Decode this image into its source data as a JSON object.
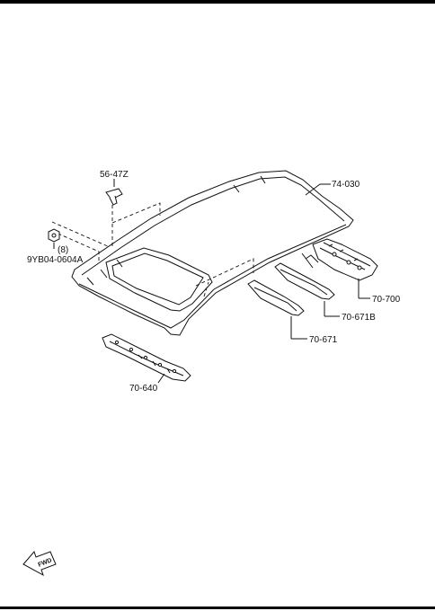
{
  "diagram": {
    "parts": {
      "roof_panel": "74-030",
      "grommet": "56-47Z",
      "nut_part_no": "9YB04-0604A",
      "nut_qty": "(8)",
      "rear_rail": "70-700",
      "rail_b": "70-671B",
      "rail_a": "70-671",
      "front_rail": "70-640"
    },
    "fwd_label": "FWD"
  }
}
